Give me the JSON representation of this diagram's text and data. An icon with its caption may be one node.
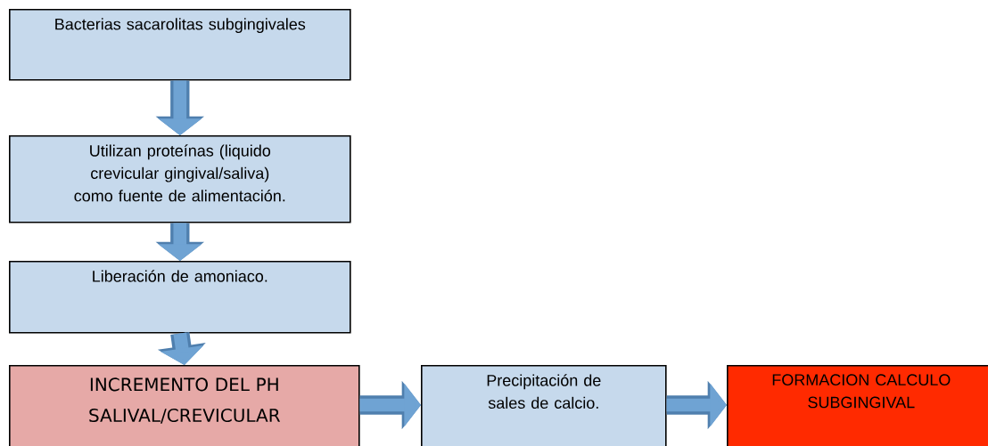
{
  "diagram": {
    "nodes": [
      {
        "text": [
          "Bacterias sacarolitas subgingivales"
        ]
      },
      {
        "text": [
          "Utilizan proteínas (liquido crevicular gingival/saliva) como fuente de alimentación."
        ]
      },
      {
        "text": [
          "Liberación de amoniaco."
        ]
      },
      {
        "text": [
          "INCREMENTO  DEL  PH SALIVAL/CREVICULAR"
        ]
      },
      {
        "text": [
          "Precipitación de sales de calcio."
        ]
      },
      {
        "text": [
          "FORMACION CALCULO SUBGINGIVAL"
        ]
      }
    ],
    "edges": [
      {
        "from": 0,
        "to": 1,
        "arrow": "to"
      },
      {
        "from": 1,
        "to": 2,
        "arrow": "to"
      },
      {
        "from": 2,
        "to": 3,
        "arrow": "to"
      },
      {
        "from": 3,
        "to": 4,
        "arrow": "to"
      },
      {
        "from": 4,
        "to": 5,
        "arrow": "to"
      }
    ]
  }
}
